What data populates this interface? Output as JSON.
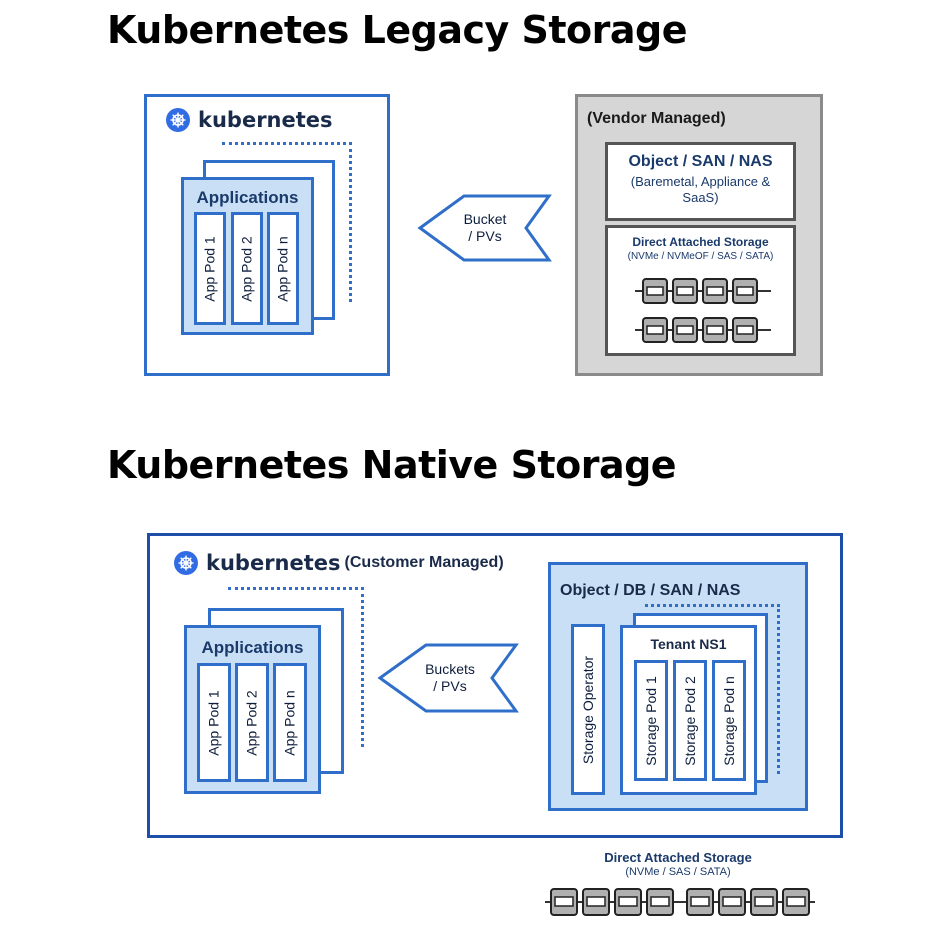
{
  "legacy": {
    "heading": "Kubernetes Legacy Storage",
    "k8s_label": "kubernetes",
    "applications_title": "Applications",
    "pods": [
      "App Pod 1",
      "App Pod 2",
      "App Pod n"
    ],
    "arrow_line1": "Bucket",
    "arrow_line2": "/ PVs",
    "vendor_title": "(Vendor Managed)",
    "object_title": "Object / SAN / NAS",
    "object_sub1": "(Baremetal, Appliance &",
    "object_sub2": "SaaS)",
    "das_title": "Direct Attached Storage",
    "das_sub": "(NVMe / NVMeOF / SAS / SATA)"
  },
  "native": {
    "heading": "Kubernetes Native Storage",
    "k8s_label": "kubernetes",
    "managed_label": "(Customer Managed)",
    "applications_title": "Applications",
    "pods": [
      "App Pod 1",
      "App Pod 2",
      "App Pod n"
    ],
    "arrow_line1": "Buckets",
    "arrow_line2": "/ PVs",
    "storage_title": "Object / DB / SAN / NAS",
    "operator_label": "Storage Operator",
    "tenant_title": "Tenant NS1",
    "storage_pods": [
      "Storage Pod 1",
      "Storage Pod 2",
      "Storage Pod n"
    ],
    "das_title": "Direct Attached Storage",
    "das_sub": "(NVMe / SAS / SATA)"
  },
  "colors": {
    "accent_blue": "#2f6fc9",
    "light_blue_fill": "#c9dff5",
    "vendor_gray": "#d6d6d6",
    "kubernetes_logo": "#326ce5"
  },
  "icons": {
    "kubernetes": "kubernetes-helm-wheel",
    "drive": "disk-drive"
  }
}
